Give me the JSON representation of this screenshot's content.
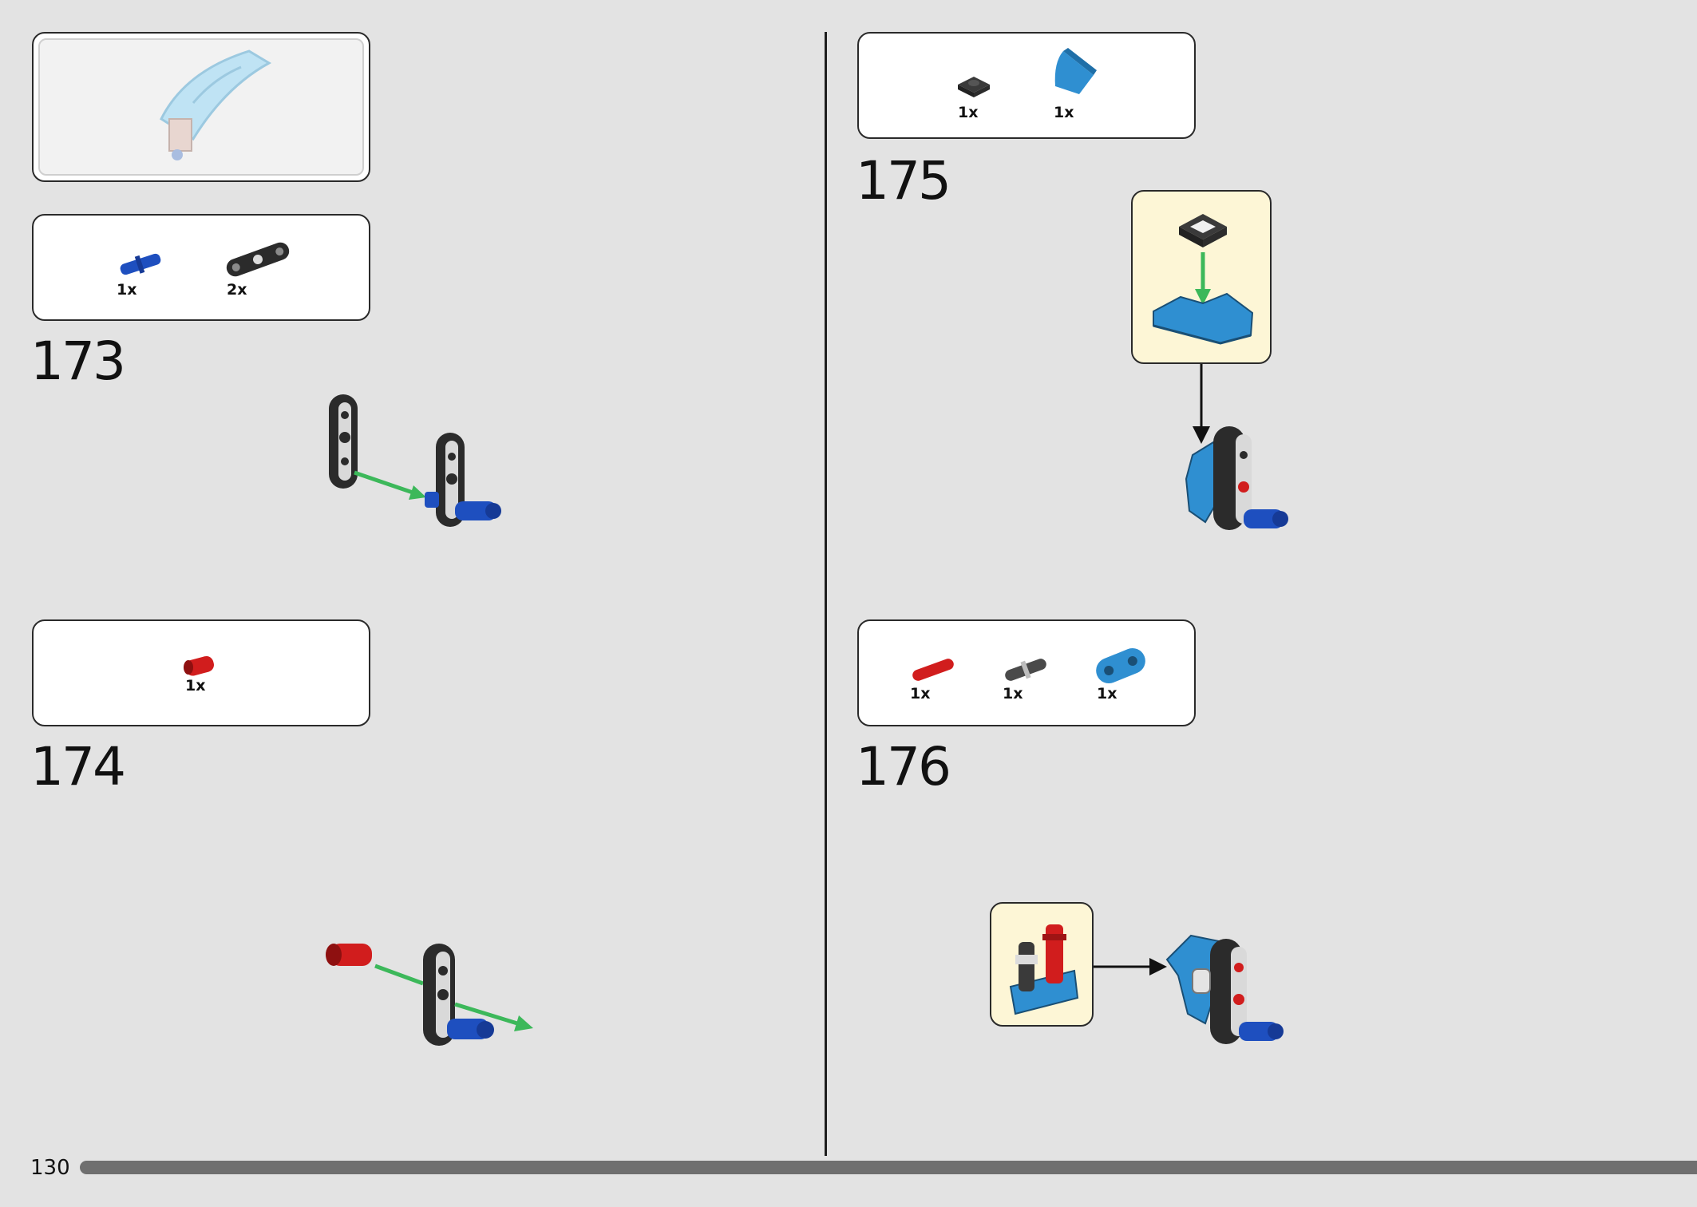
{
  "page": {
    "number": "130"
  },
  "steps": [
    {
      "number": "173",
      "parts": [
        {
          "qty": "1x",
          "part": "blue-axle-pin"
        },
        {
          "qty": "2x",
          "part": "black-thin-beam"
        }
      ]
    },
    {
      "number": "174",
      "parts": [
        {
          "qty": "1x",
          "part": "red-axle-connector"
        }
      ]
    },
    {
      "number": "175",
      "parts": [
        {
          "qty": "1x",
          "part": "dark-gray-tile"
        },
        {
          "qty": "1x",
          "part": "blue-curved-slope"
        }
      ]
    },
    {
      "number": "176",
      "parts": [
        {
          "qty": "1x",
          "part": "red-axle"
        },
        {
          "qty": "1x",
          "part": "gray-pin"
        },
        {
          "qty": "1x",
          "part": "blue-beam"
        }
      ]
    }
  ],
  "colors": {
    "background": "#e3e3e3",
    "panel": "#ffffff",
    "callout": "#fdf6d6",
    "lego_blue": "#2f8fd1",
    "dark_blue": "#1e4fbf",
    "lego_red": "#d11d1d",
    "black_part": "#2b2b2b",
    "arrow_green": "#3cb85a"
  }
}
